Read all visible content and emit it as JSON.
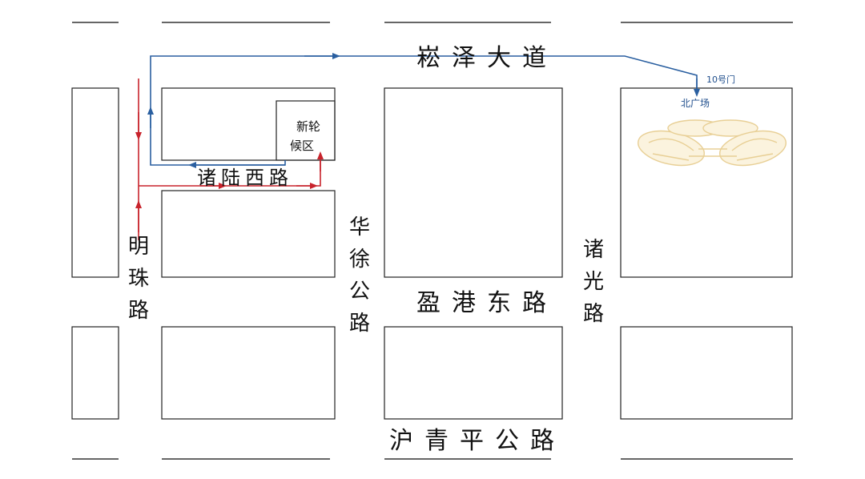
{
  "roads": {
    "songze": "崧泽大道",
    "zhulu_west": "诸陆西路",
    "mingzhu": "明珠路",
    "huaxu": "华徐公路",
    "yinggang_east": "盈港东路",
    "zhuguang": "诸光路",
    "huqingping": "沪青平公路"
  },
  "places": {
    "xinlun": "新轮候区",
    "gate": "10号门",
    "north_plaza": "北广场"
  },
  "colors": {
    "blue_route": "#2a5fa0",
    "red_route": "#c8232c",
    "block_stroke": "#222222",
    "venue": "#e8cf95"
  },
  "icons": {
    "venue": "national-exhibition-center-icon"
  }
}
